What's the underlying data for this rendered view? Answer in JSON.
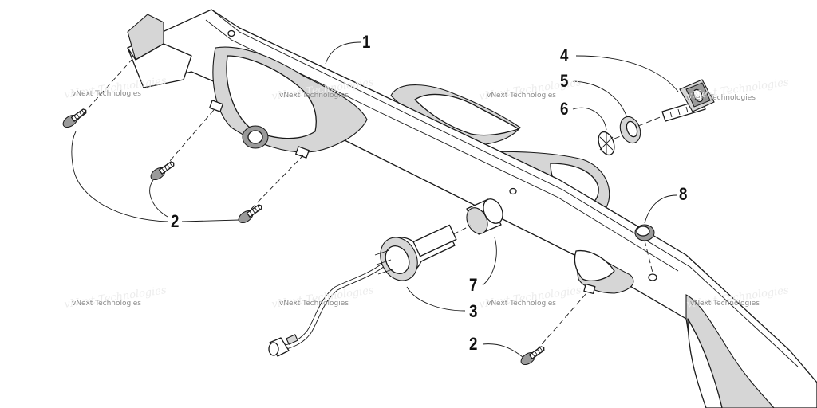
{
  "watermark": {
    "text": "vNext Technologies"
  },
  "callouts": {
    "c1": "1",
    "c2_left": "2",
    "c2_right": "2",
    "c3": "3",
    "c4": "4",
    "c5": "5",
    "c6": "6",
    "c7": "7",
    "c8": "8"
  }
}
